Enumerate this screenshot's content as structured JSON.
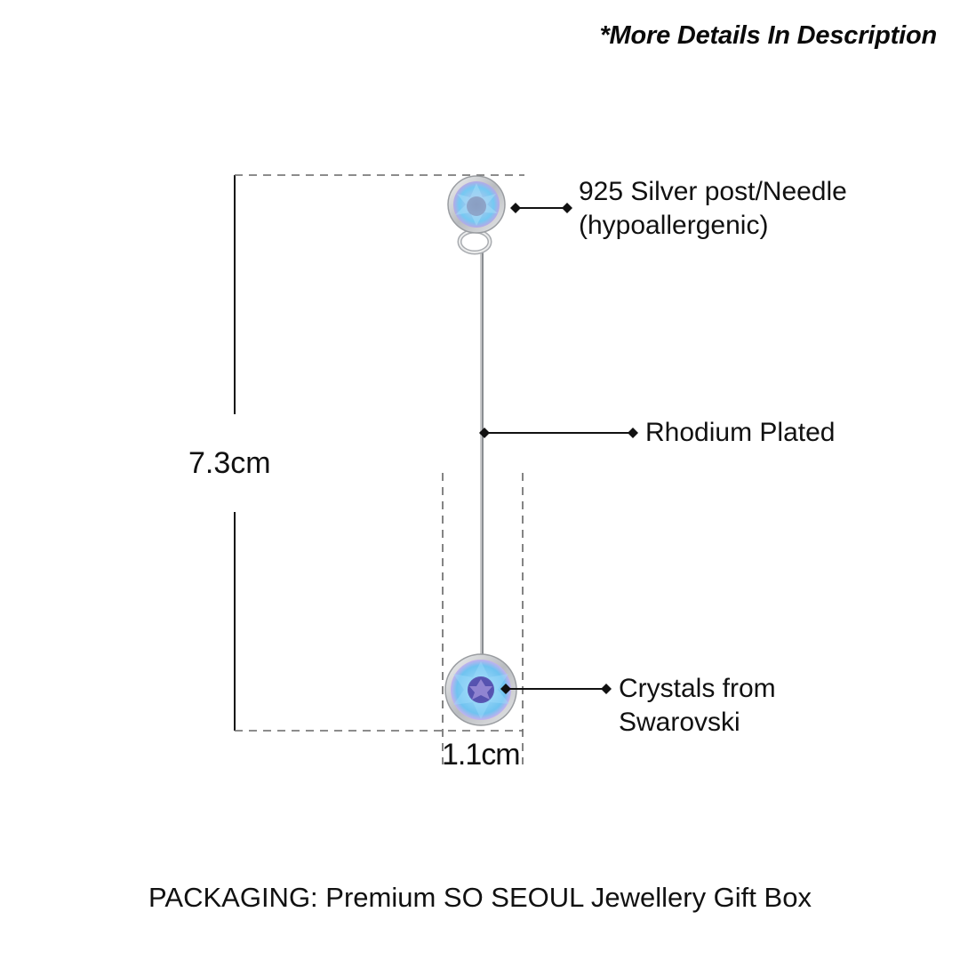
{
  "header": {
    "note": "*More Details In Description"
  },
  "dimensions": {
    "height": "7.3cm",
    "width": "1.1cm"
  },
  "callouts": [
    {
      "id": "post",
      "lines": [
        "925 Silver post/Needle",
        "(hypoallergenic)"
      ]
    },
    {
      "id": "plating",
      "lines": [
        "Rhodium Plated"
      ]
    },
    {
      "id": "crystal",
      "lines": [
        "Crystals from",
        "Swarovski"
      ]
    }
  ],
  "footer": {
    "packaging": "PACKAGING: Premium SO SEOUL Jewellery Gift Box"
  },
  "colors": {
    "crystal_light": "#8fd3f4",
    "crystal_mid": "#6fa8e8",
    "crystal_center": "#5a55b8",
    "crystal_violet": "#b39ddb",
    "metal": "#c7c9cc",
    "metal_dark": "#8a8d91",
    "dash": "#666666"
  }
}
